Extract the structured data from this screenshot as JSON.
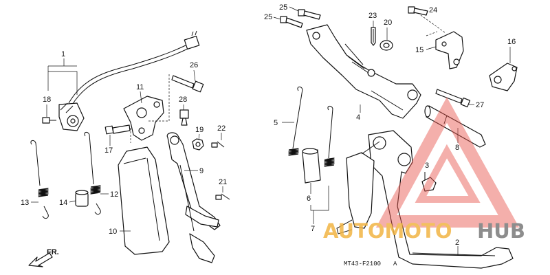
{
  "diagram": {
    "code": "MT43-F2100",
    "view_letter": "A",
    "direction_label": "FR.",
    "callouts": {
      "c1": "1",
      "c2": "2",
      "c3": "3",
      "c4": "4",
      "c5": "5",
      "c6": "6",
      "c7": "7",
      "c8": "8",
      "c9": "9",
      "c10": "10",
      "c11": "11",
      "c12": "12",
      "c13": "13",
      "c14": "14",
      "c15": "15",
      "c16": "16",
      "c17": "17",
      "c18": "18",
      "c19": "19",
      "c20": "20",
      "c21": "21",
      "c22": "22",
      "c23": "23",
      "c24": "24",
      "c25a": "25",
      "c25b": "25",
      "c26": "26",
      "c27": "27",
      "c28": "28"
    }
  },
  "watermark": {
    "text_part1": "AUTOMOTO",
    "text_part2": "HUB",
    "color_orange": "#f2b544",
    "color_red": "#e8534a",
    "color_gray": "#7a7a7a"
  }
}
